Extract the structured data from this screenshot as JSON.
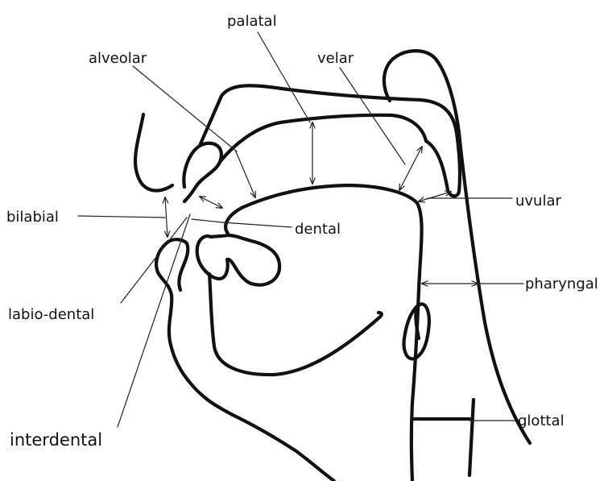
{
  "labels": {
    "palatal": "palatal",
    "alveolar": "alveolar",
    "velar": "velar",
    "bilabial": "bilabial",
    "uvular": "uvular",
    "dental": "dental",
    "pharyngal": "pharyngal",
    "labio_dental": "labio-dental",
    "glottal": "glottal",
    "interdental": "interdental"
  },
  "colors": {
    "stroke": "#111111",
    "background": "#ffffff"
  }
}
